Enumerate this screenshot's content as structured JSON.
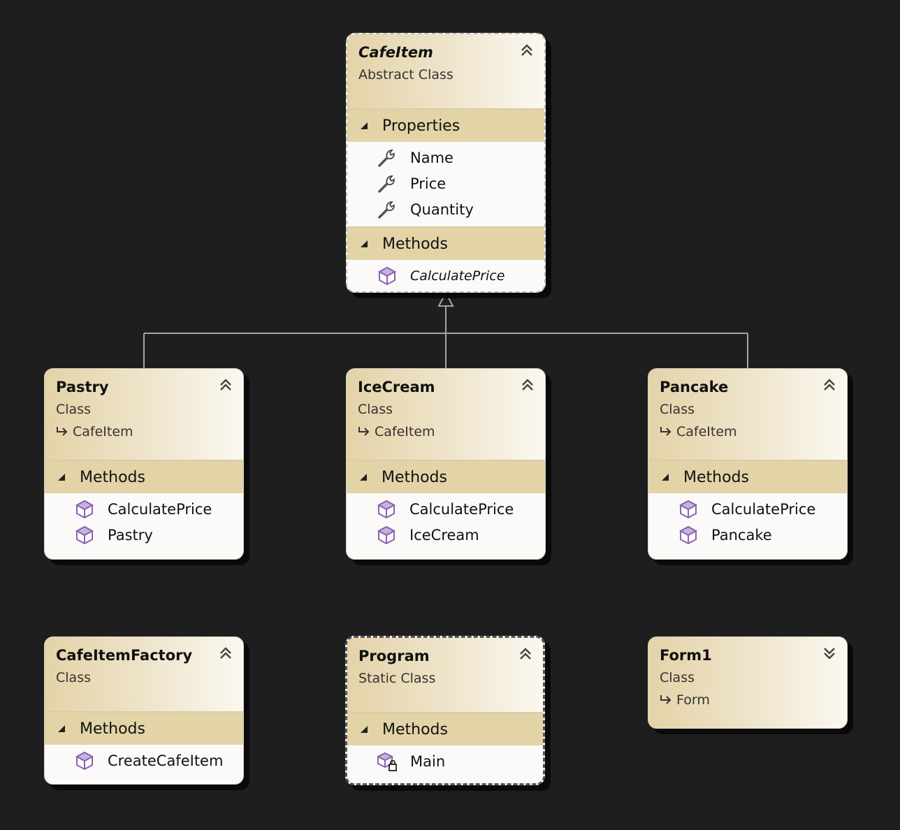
{
  "colors": {
    "background": "#1e1e1e",
    "header_gradient_start": "#e4d3a8",
    "section_header": "#e2d4a7",
    "connector": "#a6a6a6",
    "method_icon": "#8a63b3"
  },
  "classes": {
    "cafeitem": {
      "name": "CafeItem",
      "kind": "Abstract Class",
      "properties_label": "Properties",
      "properties": [
        "Name",
        "Price",
        "Quantity"
      ],
      "methods_label": "Methods",
      "methods": [
        "CalculatePrice"
      ]
    },
    "pastry": {
      "name": "Pastry",
      "kind": "Class",
      "base": "CafeItem",
      "methods_label": "Methods",
      "methods": [
        "CalculatePrice",
        "Pastry"
      ]
    },
    "icecream": {
      "name": "IceCream",
      "kind": "Class",
      "base": "CafeItem",
      "methods_label": "Methods",
      "methods": [
        "CalculatePrice",
        "IceCream"
      ]
    },
    "pancake": {
      "name": "Pancake",
      "kind": "Class",
      "base": "CafeItem",
      "methods_label": "Methods",
      "methods": [
        "CalculatePrice",
        "Pancake"
      ]
    },
    "factory": {
      "name": "CafeItemFactory",
      "kind": "Class",
      "methods_label": "Methods",
      "methods": [
        "CreateCafeItem"
      ]
    },
    "program": {
      "name": "Program",
      "kind": "Static Class",
      "methods_label": "Methods",
      "methods": [
        "Main"
      ]
    },
    "form1": {
      "name": "Form1",
      "kind": "Class",
      "base": "Form"
    }
  },
  "icons": {
    "property": "wrench-icon",
    "method": "cube-icon",
    "private_method": "cube-lock-icon",
    "collapse": "double-chevron-up-icon",
    "expand": "double-chevron-down-icon",
    "inherits": "inherit-arrow-icon"
  }
}
